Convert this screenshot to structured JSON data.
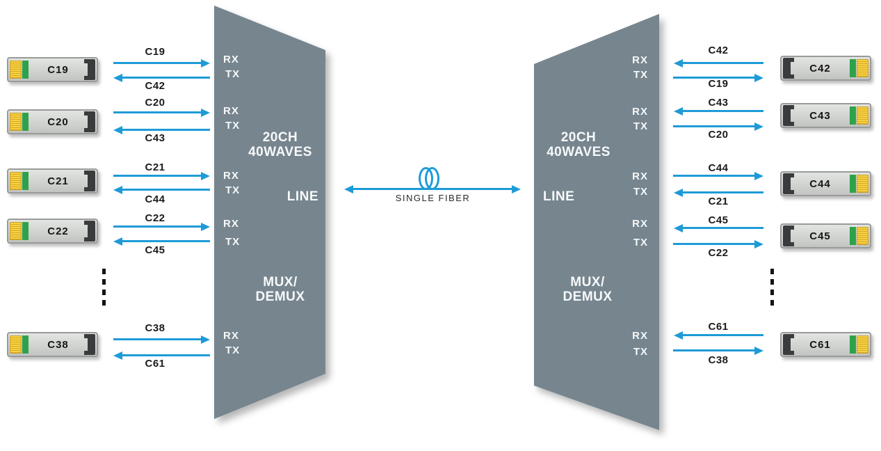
{
  "colors": {
    "arrow_blue": "#1E9BD7",
    "unit_gray": "#76858E",
    "unit_text": "#FFFFFF",
    "module_body": "#C7C9C6",
    "module_yellow": "#F5CF3C",
    "module_green": "#2EA24A",
    "module_latch": "#3A3B3D",
    "label_text": "#1B1B1B"
  },
  "center": {
    "fiber_label": "SINGLE FIBER",
    "fiber_coil_icon": "two-overlapping-ellipses"
  },
  "left_unit": {
    "title_line1": "20CH",
    "title_line2": "40WAVES",
    "line_label": "LINE",
    "func_line1": "MUX/",
    "func_line2": "DEMUX",
    "ports": [
      {
        "rx": "RX",
        "tx": "TX"
      },
      {
        "rx": "RX",
        "tx": "TX"
      },
      {
        "rx": "RX",
        "tx": "TX"
      },
      {
        "rx": "RX",
        "tx": "TX"
      },
      {
        "rx": "RX",
        "tx": "TX"
      }
    ]
  },
  "right_unit": {
    "title_line1": "20CH",
    "title_line2": "40WAVES",
    "line_label": "LINE",
    "func_line1": "MUX/",
    "func_line2": "DEMUX",
    "ports": [
      {
        "rx": "RX",
        "tx": "TX"
      },
      {
        "rx": "RX",
        "tx": "TX"
      },
      {
        "rx": "RX",
        "tx": "TX"
      },
      {
        "rx": "RX",
        "tx": "TX"
      },
      {
        "rx": "RX",
        "tx": "TX"
      }
    ]
  },
  "left_rows": [
    {
      "module_label": "C19",
      "top_label": "C19",
      "top_direction": "right",
      "bottom_label": "C42",
      "bottom_direction": "left"
    },
    {
      "module_label": "C20",
      "top_label": "C20",
      "top_direction": "right",
      "bottom_label": "C43",
      "bottom_direction": "left"
    },
    {
      "module_label": "C21",
      "top_label": "C21",
      "top_direction": "right",
      "bottom_label": "C44",
      "bottom_direction": "left"
    },
    {
      "module_label": "C22",
      "top_label": "C22",
      "top_direction": "right",
      "bottom_label": "C45",
      "bottom_direction": "left"
    },
    {
      "module_label": "C38",
      "top_label": "C38",
      "top_direction": "right",
      "bottom_label": "C61",
      "bottom_direction": "left"
    }
  ],
  "right_rows": [
    {
      "module_label": "C42",
      "top_label": "C42",
      "top_direction": "left",
      "bottom_label": "C19",
      "bottom_direction": "right"
    },
    {
      "module_label": "C43",
      "top_label": "C43",
      "top_direction": "left",
      "bottom_label": "C20",
      "bottom_direction": "right"
    },
    {
      "module_label": "C44",
      "top_label": "C44",
      "top_direction": "right",
      "bottom_label": "C21",
      "bottom_direction": "left"
    },
    {
      "module_label": "C45",
      "top_label": "C45",
      "top_direction": "left",
      "bottom_label": "C22",
      "bottom_direction": "right"
    },
    {
      "module_label": "C61",
      "top_label": "C61",
      "top_direction": "left",
      "bottom_label": "C38",
      "bottom_direction": "right"
    }
  ]
}
